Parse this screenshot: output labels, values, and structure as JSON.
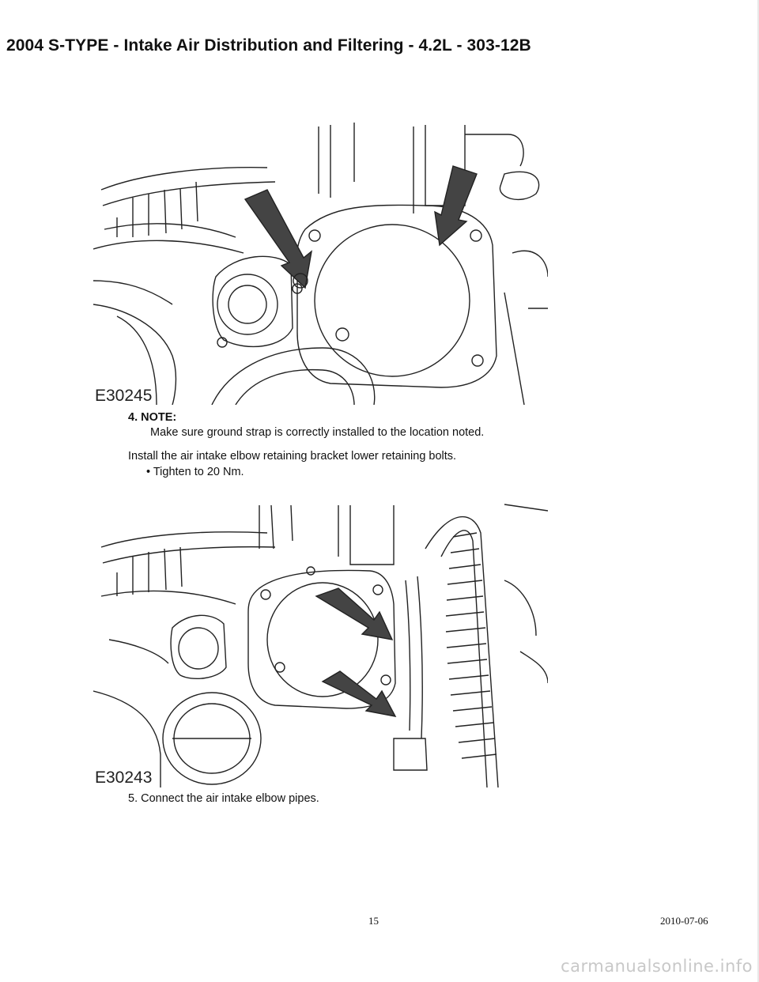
{
  "header": {
    "title": "2004 S-TYPE - Intake Air Distribution and Filtering - 4.2L - 303-12B"
  },
  "figures": [
    {
      "code": "E30245",
      "arrows": 2
    },
    {
      "code": "E30243",
      "arrows": 2
    }
  ],
  "steps": {
    "step4": {
      "note_label": "4. NOTE:",
      "note_text": "Make sure ground strap is correctly installed to the location noted.",
      "instruction": "Install the air intake elbow retaining bracket lower retaining bolts.",
      "bullet": "• Tighten to 20 Nm."
    },
    "step5": {
      "instruction": "5. Connect the air intake elbow pipes."
    }
  },
  "footer": {
    "page_number": "15",
    "date": "2010-07-06"
  },
  "watermark": "carmanualsonline.info"
}
